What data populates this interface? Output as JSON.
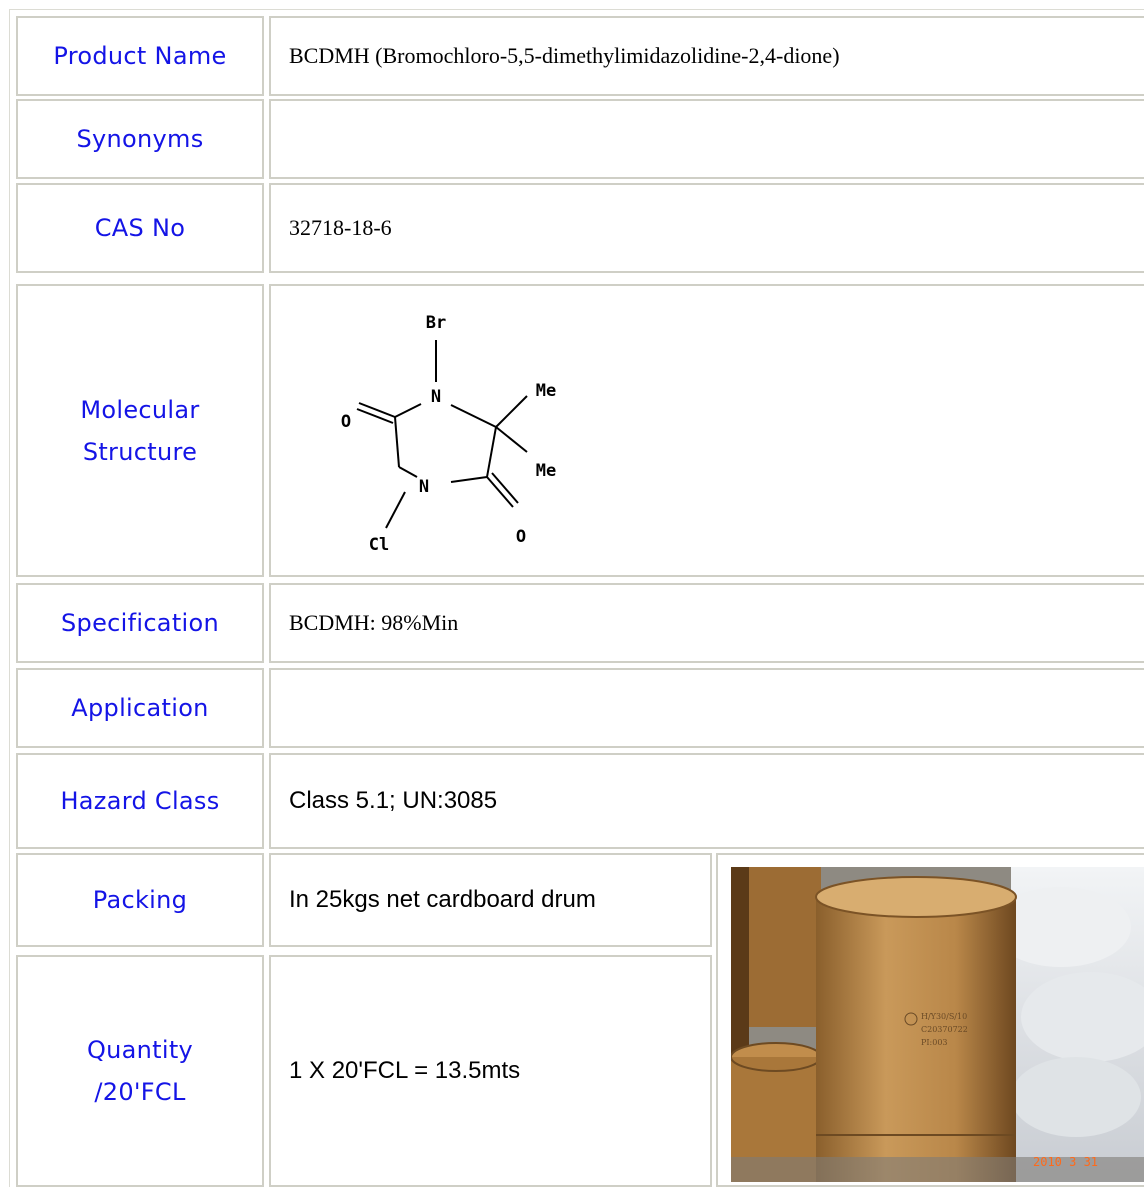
{
  "rows": [
    {
      "label": "Product Name",
      "value": "BCDMH (Bromochloro-5,5-dimethylimidazolidine-2,4-dione)"
    },
    {
      "label": "Synonyms",
      "value": ""
    },
    {
      "label": "CAS No",
      "value": "32718-18-6"
    },
    {
      "label_line1": "Molecular",
      "label_line2": "Structure"
    },
    {
      "label": "Specification",
      "value": "BCDMH: 98%Min"
    },
    {
      "label": "Application",
      "value": ""
    },
    {
      "label": "Hazard Class",
      "value": "Class 5.1; UN:3085"
    },
    {
      "label": "Packing",
      "value": "In 25kgs net cardboard drum"
    },
    {
      "label_line1": "Quantity",
      "label_line2": "/20'FCL",
      "value": "1 X 20'FCL = 13.5mts"
    }
  ],
  "structure_atoms": {
    "br": "Br",
    "me1": "Me",
    "me2": "Me",
    "n1": "N",
    "n2": "N",
    "o1": "O",
    "o2": "O",
    "cl": "Cl"
  },
  "photo": {
    "drum_marking_1": "H/Y30/S/10",
    "drum_marking_2": "C20370722",
    "drum_marking_3": "PI:003",
    "date_stamp": "2010  3  31"
  },
  "colors": {
    "label_text": "#1414e6",
    "border": "#cfcfc6"
  }
}
